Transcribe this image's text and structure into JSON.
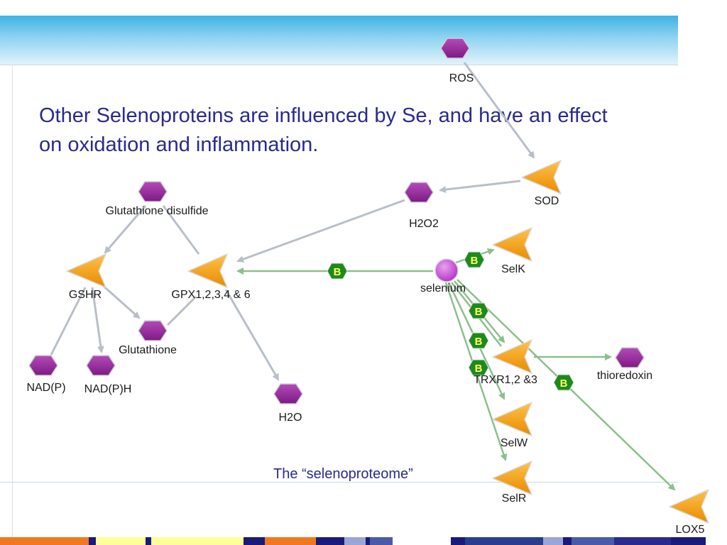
{
  "slide": {
    "title": "Other Selenoproteins are influenced by Se, and have an effect on oxidation and inflammation.",
    "caption": "The “selenoproteome”"
  },
  "colors": {
    "header_band": "#3fb3e3",
    "molecule": "#9b2aa0",
    "enzyme": "#f5a316",
    "selenium": "#c040d0",
    "binding_badge": "#1c8a1c",
    "arrow_gray": "#b8bfc8",
    "arrow_green": "#8cbf8c",
    "title_text": "#2a2a8c"
  },
  "nodes": {
    "ros": "ROS",
    "sod": "SOD",
    "h2o2": "H2O2",
    "glutathione_disulfide": "Glutathione disulfide",
    "gshr": "GSHR",
    "gpx": "GPX1,2,3,4 & 6",
    "glutathione": "Glutathione",
    "nadp": "NAD(P)",
    "nadph": "NAD(P)H",
    "h2o": "H2O",
    "selenium": "selenium",
    "selk": "SelK",
    "trxr": "TRXR1,2 &3",
    "thioredoxin": "thioredoxin",
    "selw": "SelW",
    "selr": "SelR",
    "lox5": "LOX5"
  },
  "binding_label": "B",
  "bottom_bar_colors": [
    "#f07820",
    "#f07820",
    "#1a1a7a",
    "#ffff99",
    "#1a1a7a",
    "#ffff99",
    "#ffff99",
    "#1a1a7a",
    "#f07820",
    "#1a1a7a",
    "#9aa6d6",
    "#1a1a7a",
    "#4a5aa8",
    "#ffffff",
    "#1a1a7a",
    "#2a3c8c",
    "#9aa6d6",
    "#1a1a7a",
    "#4a5aa8",
    "#2a2a8c",
    "#1a1a7a"
  ]
}
